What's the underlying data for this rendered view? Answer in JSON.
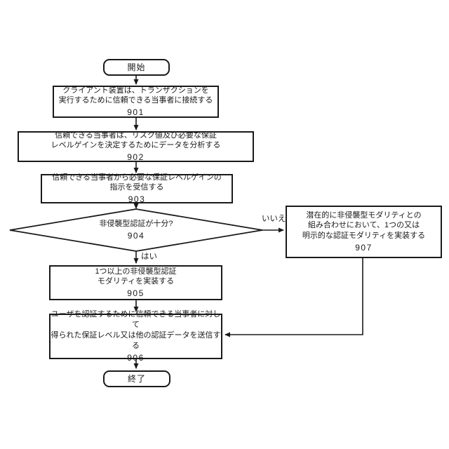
{
  "diagram": {
    "type": "flowchart",
    "nodes": {
      "start": {
        "label": "開始"
      },
      "n901": {
        "text": "クライアント装置は、トランザクションを\n実行するために信頼できる当事者に接続する",
        "num": "901"
      },
      "n902": {
        "text": "信頼できる当事者は、リスク値及び必要な保証\nレベルゲインを決定するためにデータを分析する",
        "num": "902"
      },
      "n903": {
        "text": "信頼できる当事者から必要な保証レベルゲインの\n指示を受信する",
        "num": "903"
      },
      "n904": {
        "text": "非侵襲型認証が十分?",
        "num": "904"
      },
      "n905": {
        "text": "1つ以上の非侵襲型認証\nモダリティを実装する",
        "num": "905"
      },
      "n906": {
        "text": "ユーザを認証するために信頼できる当事者に対して\n得られた保証レベル又は他の認証データを送信する",
        "num": "906"
      },
      "n907": {
        "text": "潜在的に非侵襲型モダリティとの\n組み合わせにおいて、1つの又は\n明示的な認証モダリティを実装する",
        "num": "907"
      },
      "end": {
        "label": "終了"
      }
    },
    "labels": {
      "yes": "はい",
      "no": "いいえ"
    },
    "colors": {
      "line": "#1a1a1a",
      "background": "#ffffff"
    }
  }
}
